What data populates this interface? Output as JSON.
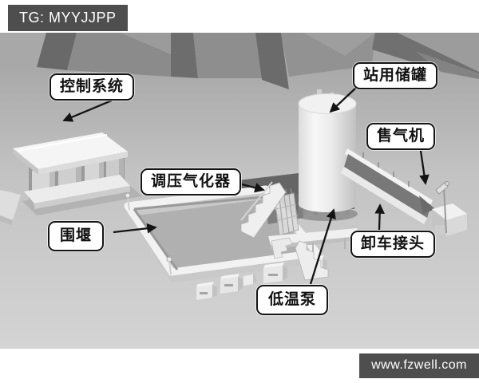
{
  "watermarks": {
    "top_left": "TG: MYYJJPP",
    "bottom_right": "www.fzwell.com"
  },
  "diagram": {
    "type": "3d-labeled-illustration",
    "callouts": [
      {
        "id": "control-system",
        "text": "控制系统"
      },
      {
        "id": "station-storage-tank",
        "text": "站用储罐"
      },
      {
        "id": "gas-dispenser",
        "text": "售气机"
      },
      {
        "id": "pressure-regulating-vaporizer",
        "text": "调压气化器"
      },
      {
        "id": "bund-wall",
        "text": "围堰"
      },
      {
        "id": "unloading-connector",
        "text": "卸车接头"
      },
      {
        "id": "cryogenic-pump",
        "text": "低温泵"
      }
    ],
    "colors": {
      "badge_bg": "#4e4e4e",
      "badge_text": "#ffffff",
      "label_bg": "#ffffff",
      "label_border": "#141414",
      "label_text": "#111111",
      "arrow": "#141414",
      "wall_dark": "#6b6b6b",
      "wall_mid": "#8d8d8d",
      "floor_light": "#cccccc",
      "object_white": "#f2f2f2"
    }
  }
}
